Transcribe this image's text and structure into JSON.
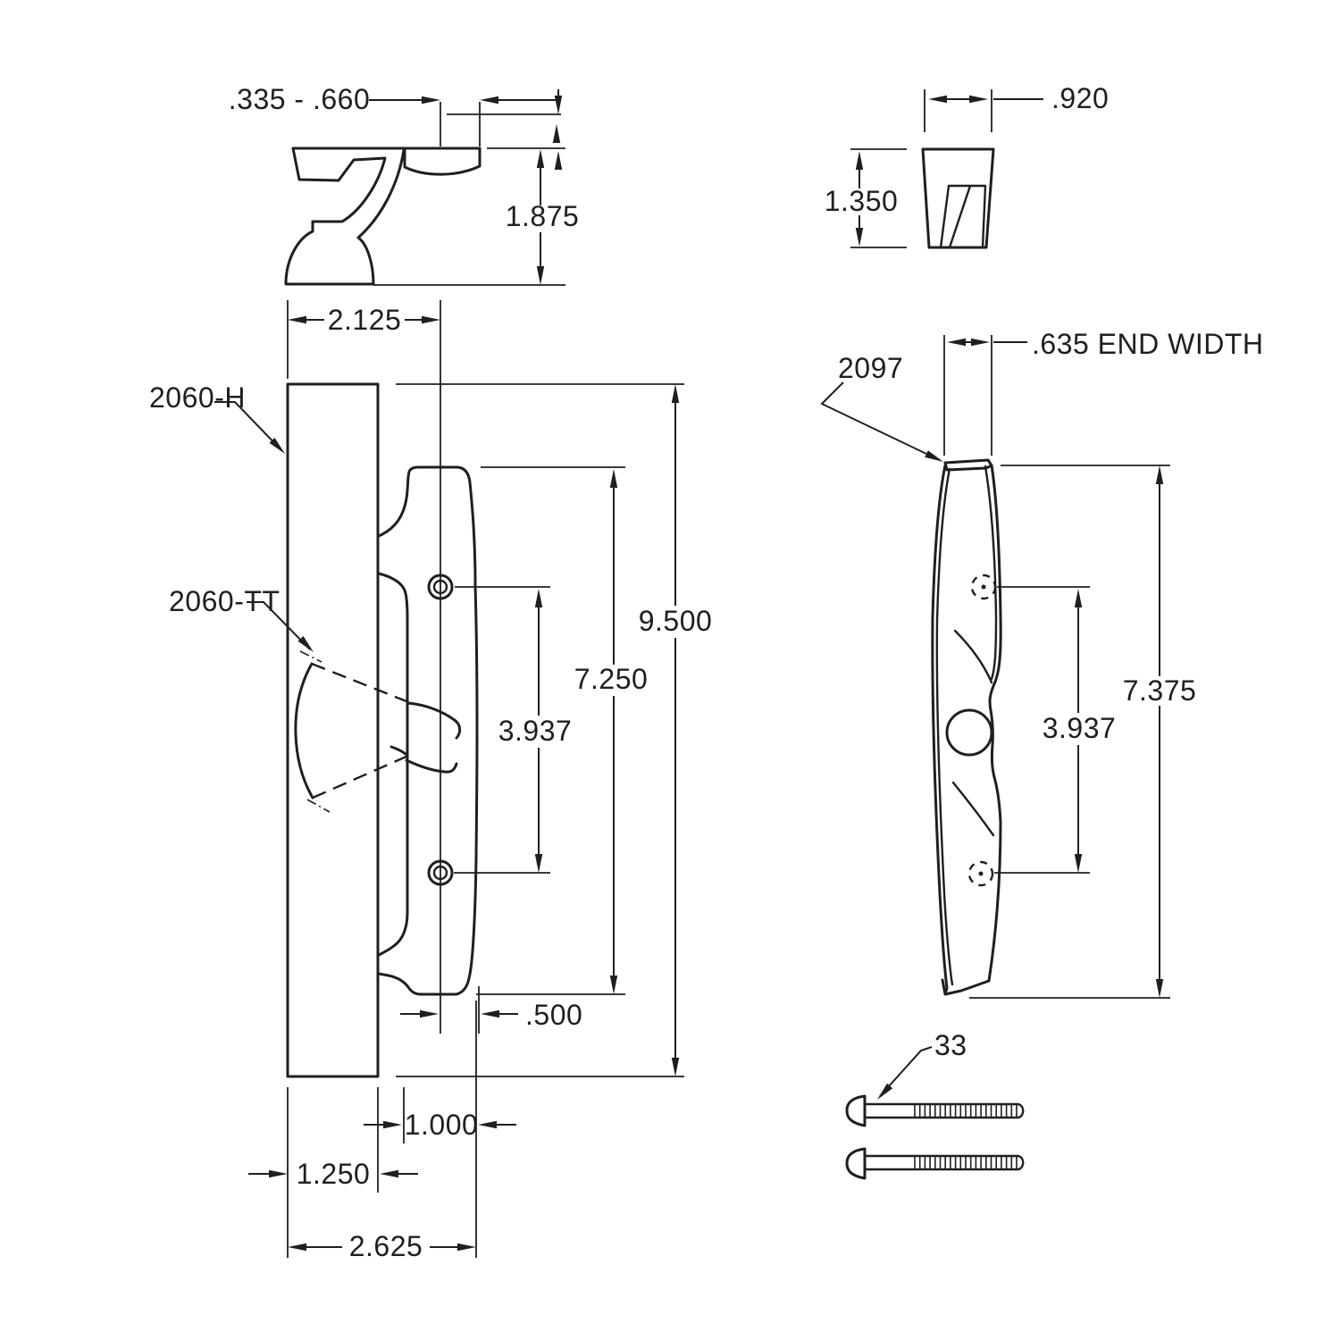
{
  "page": {
    "background": "#ffffff",
    "ink": "#1f1f1f"
  },
  "views": {
    "handle_side_profile": {
      "dims": {
        "latch_range": ".335 - .660",
        "height": "1.875",
        "base_width": "2.125"
      }
    },
    "keeper_detail": {
      "dims": {
        "width": ".920",
        "height": "1.350"
      }
    },
    "front_assembly": {
      "labels": {
        "housing": "2060-H",
        "thumbturn": "2060-TT"
      },
      "dims": {
        "overall_height": "9.500",
        "plate_height": "7.250",
        "hole_spacing": "3.937",
        "edge_offset": ".500",
        "plate_width": "1.000",
        "stile_width": "1.250",
        "overall_width": "2.625"
      }
    },
    "side_profile": {
      "labels": {
        "part": "2097"
      },
      "dims": {
        "end_width": ".635 END WIDTH",
        "overall_height": "7.375",
        "hole_spacing": "3.937"
      }
    },
    "fasteners": {
      "labels": {
        "screws": "33"
      }
    }
  }
}
